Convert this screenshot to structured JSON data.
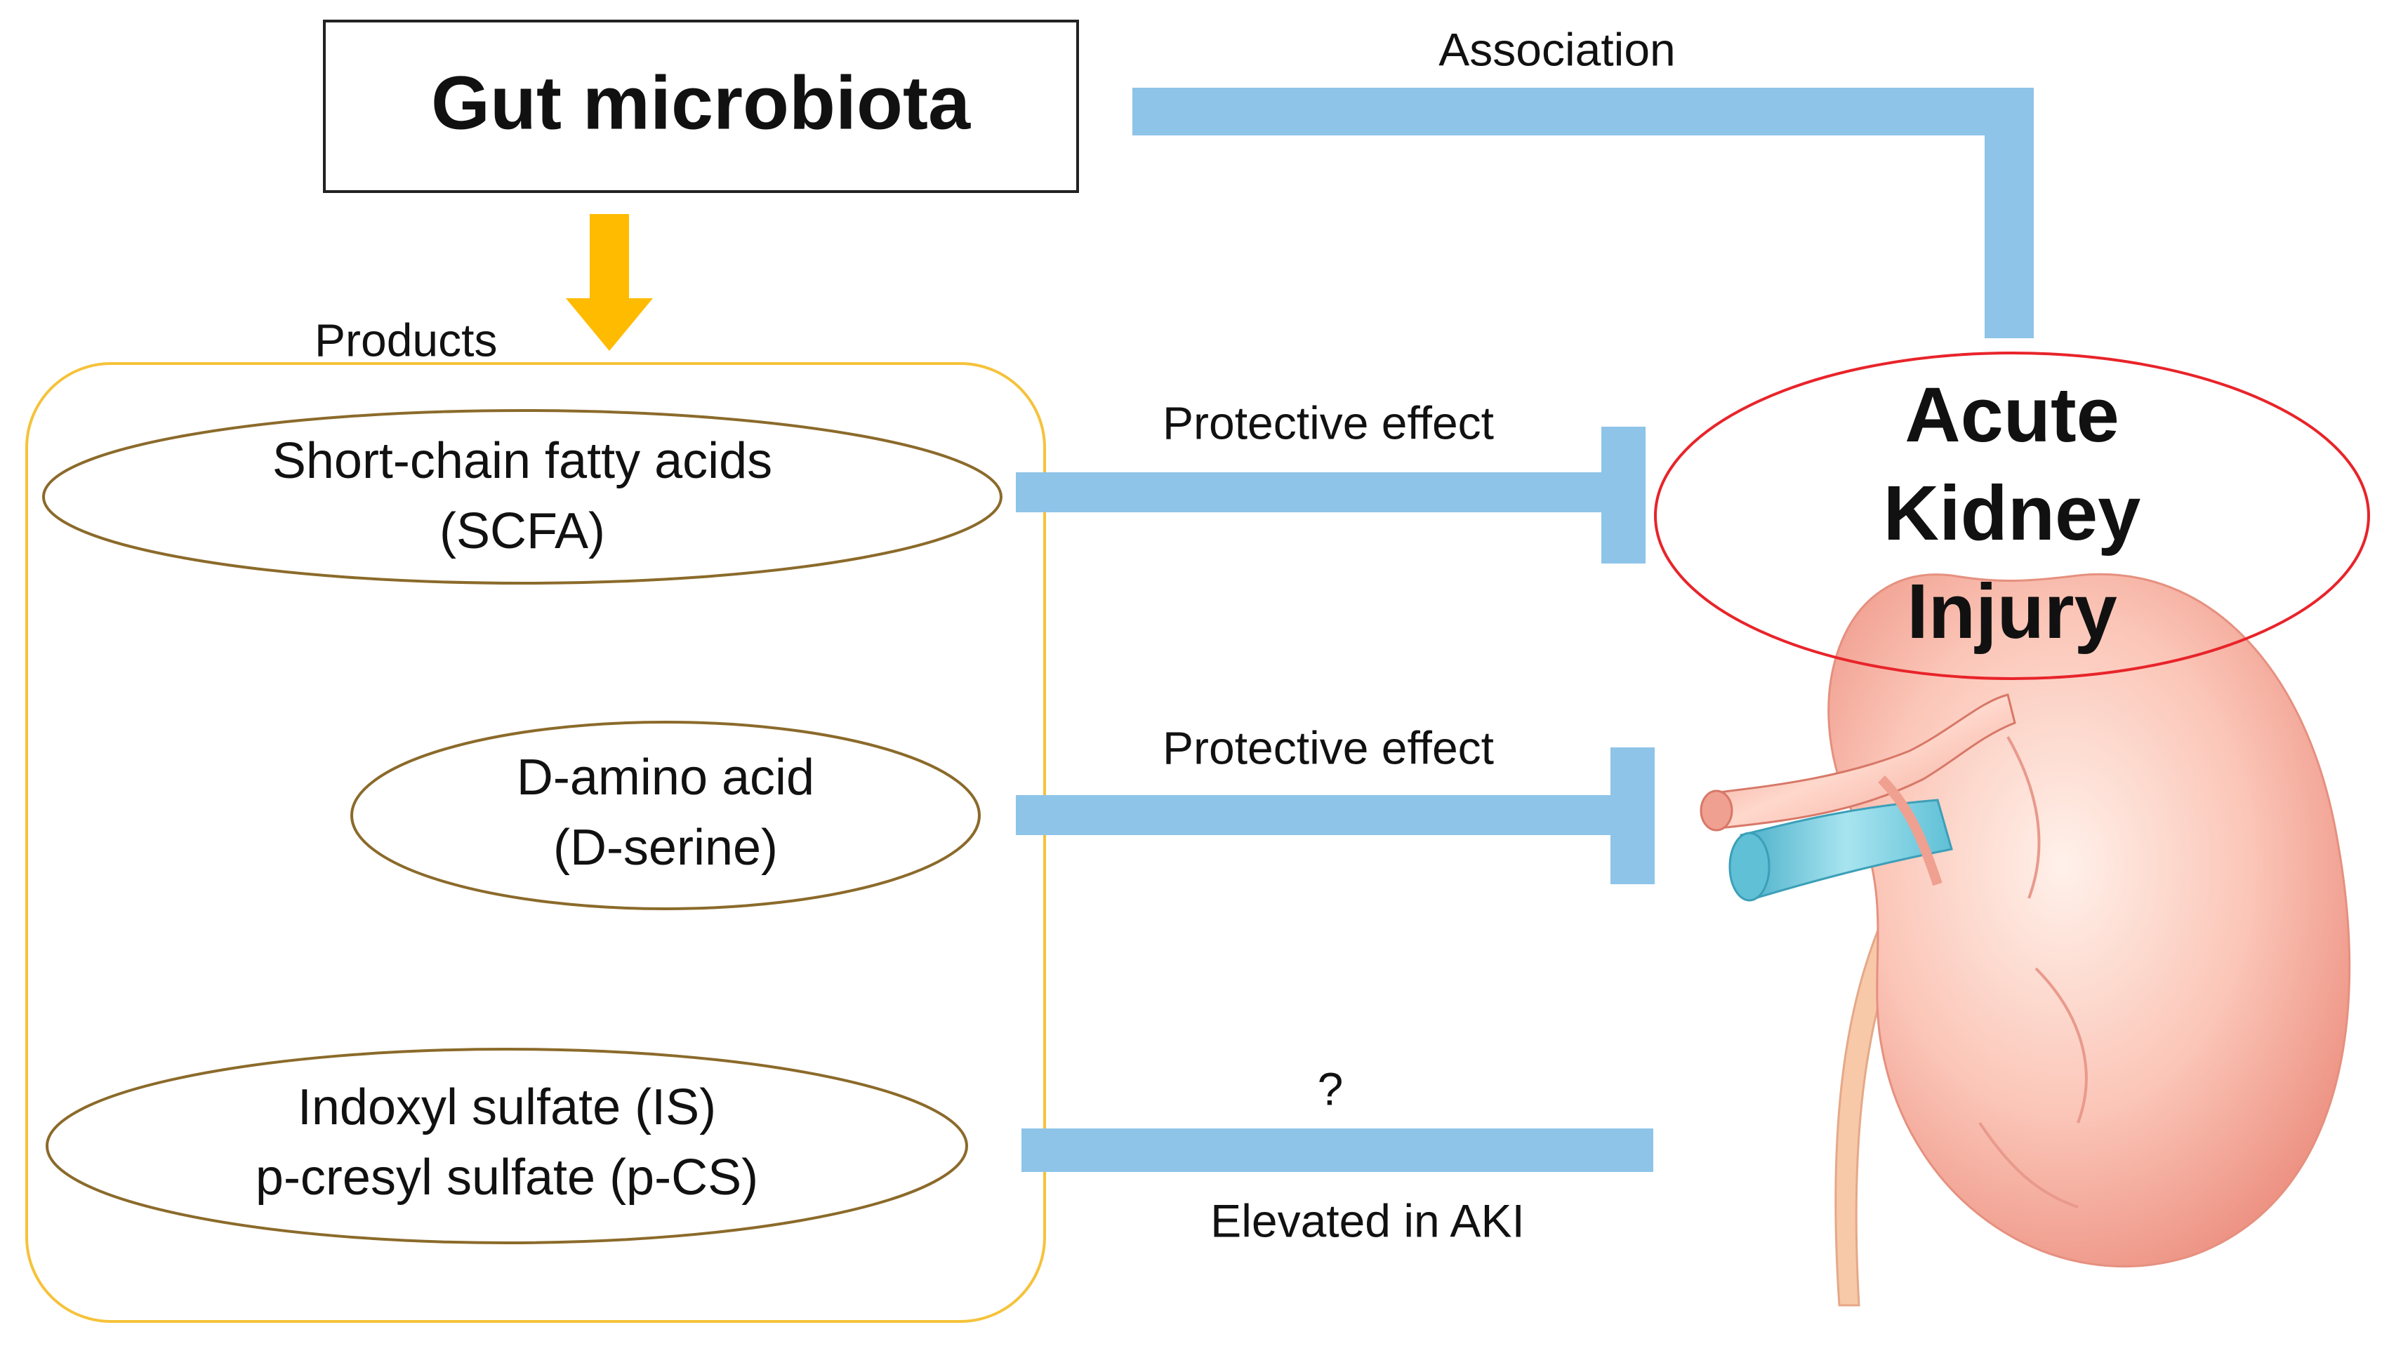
{
  "source": {
    "title": "Gut microbiota",
    "arrow_label": "Products"
  },
  "products": [
    {
      "line1": "Short-chain fatty acids",
      "line2": "(SCFA)"
    },
    {
      "line1": "D-amino acid",
      "line2": "(D-serine)"
    },
    {
      "line1": "Indoxyl sulfate (IS)",
      "line2": "p-cresyl sulfate (p-CS)"
    }
  ],
  "relations": {
    "association": "Association",
    "scfa_effect": "Protective effect",
    "damino_effect": "Protective effect",
    "toxin_question": "?",
    "toxin_note": "Elevated in AKI"
  },
  "target": {
    "line1": "Acute",
    "line2": "Kidney",
    "line3": "Injury"
  },
  "colors": {
    "connector": "#8ec4e8",
    "arrow": "#ffbb00",
    "group_border": "#f5c23a",
    "ellipse_border": "#8b6a2a",
    "target_border": "#e8242a",
    "kidney": "#f6b2a2",
    "vessel_vein": "#5fc0d6",
    "vessel_artery": "#f0a090"
  }
}
